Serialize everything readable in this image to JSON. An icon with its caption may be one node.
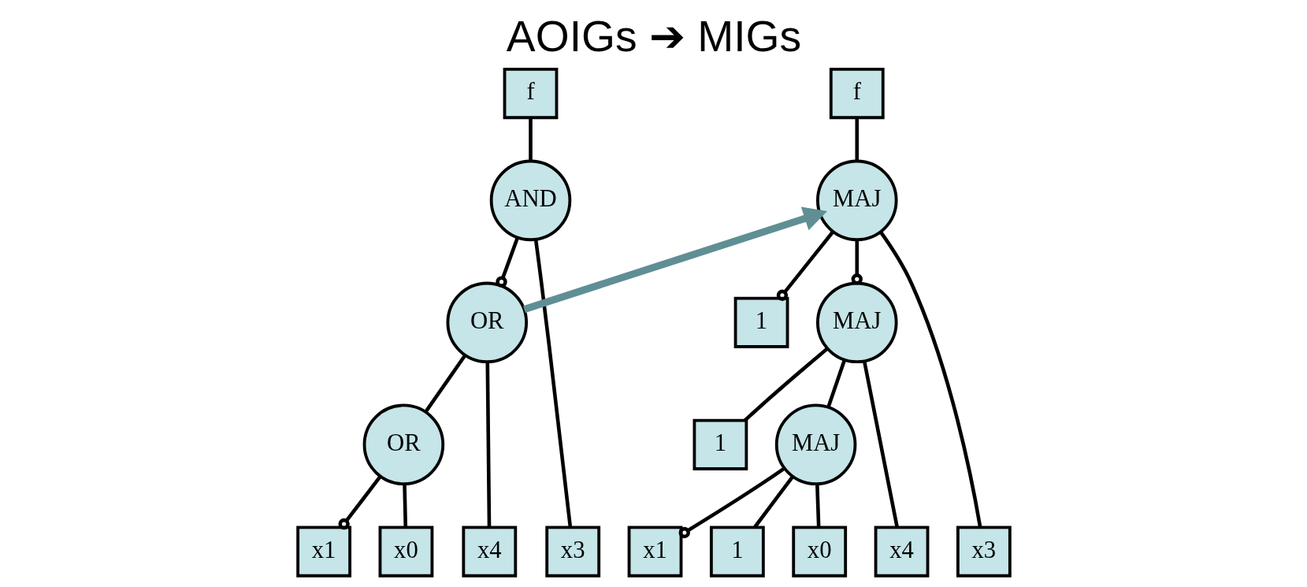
{
  "diagram": {
    "title": "AOIGs ➔ MIGs",
    "nodes": [
      {
        "text": [
          "f"
        ]
      },
      {
        "text": [
          "AND"
        ]
      },
      {
        "text": [
          "OR"
        ]
      },
      {
        "text": [
          "OR"
        ]
      },
      {
        "text": [
          "x3"
        ]
      },
      {
        "text": [
          "x4"
        ]
      },
      {
        "text": [
          "x1"
        ]
      },
      {
        "text": [
          "x0"
        ]
      },
      {
        "text": [
          "f"
        ]
      },
      {
        "text": [
          "MAJ"
        ]
      },
      {
        "text": [
          "1"
        ]
      },
      {
        "text": [
          "MAJ"
        ]
      },
      {
        "text": [
          "1"
        ]
      },
      {
        "text": [
          "MAJ"
        ]
      },
      {
        "text": [
          "x3"
        ]
      },
      {
        "text": [
          "x4"
        ]
      },
      {
        "text": [
          "x1"
        ]
      },
      {
        "text": [
          "1"
        ]
      },
      {
        "text": [
          "x0"
        ]
      }
    ],
    "edges": [
      {
        "from": 0,
        "to": 1,
        "arrow": "none"
      },
      {
        "from": 1,
        "to": 4,
        "arrow": "none"
      },
      {
        "from": 1,
        "to": 2,
        "arrow": "other"
      },
      {
        "from": 2,
        "to": 5,
        "arrow": "none"
      },
      {
        "from": 2,
        "to": 3,
        "arrow": "none"
      },
      {
        "from": 3,
        "to": 6,
        "arrow": "other"
      },
      {
        "from": 3,
        "to": 7,
        "arrow": "none"
      },
      {
        "from": 8,
        "to": 9,
        "arrow": "none"
      },
      {
        "from": 9,
        "to": 14,
        "arrow": "none"
      },
      {
        "from": 9,
        "to": 10,
        "arrow": "other"
      },
      {
        "from": 9,
        "to": 11,
        "arrow": "other"
      },
      {
        "from": 11,
        "to": 15,
        "arrow": "none"
      },
      {
        "from": 11,
        "to": 12,
        "arrow": "none"
      },
      {
        "from": 11,
        "to": 13,
        "arrow": "none"
      },
      {
        "from": 13,
        "to": 16,
        "arrow": "other"
      },
      {
        "from": 13,
        "to": 17,
        "arrow": "none"
      },
      {
        "from": 13,
        "to": 18,
        "arrow": "none"
      },
      {
        "from": 2,
        "to": 9,
        "arrow": "to",
        "style": "thick",
        "color": "#5f8f94"
      }
    ]
  }
}
